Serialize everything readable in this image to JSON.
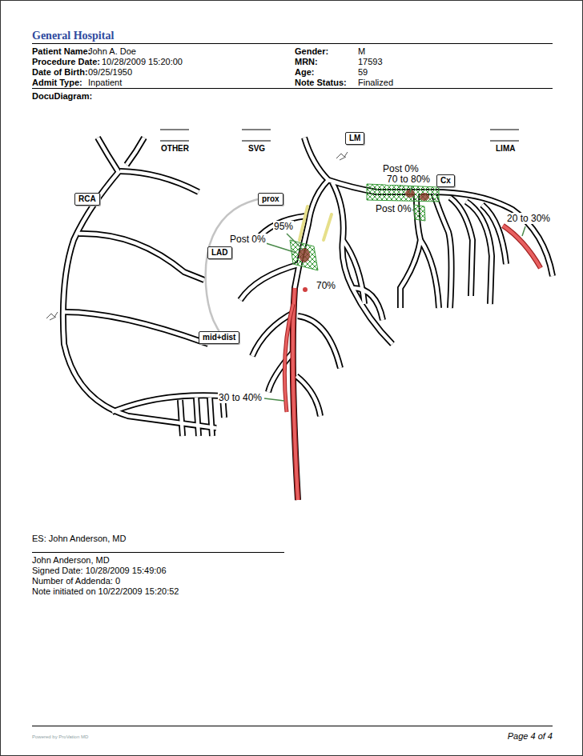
{
  "diagram": {
    "title": "General Hospital",
    "nodes": [
      {
        "text": [
          "LM"
        ]
      },
      {
        "text": [
          "Cx"
        ]
      },
      {
        "text": [
          "RCA"
        ]
      },
      {
        "text": [
          "prox"
        ]
      },
      {
        "text": [
          "LAD"
        ]
      },
      {
        "text": [
          "mid+dist"
        ]
      }
    ],
    "edges": [
      {
        "from": 3,
        "to": 5,
        "arrow": "none"
      }
    ],
    "labels": [
      "Patient Name:",
      "John A. Doe",
      "Procedure Date:",
      "10/28/2009 15:20:00",
      "Date of Birth:",
      "09/25/1950",
      "Admit Type:",
      "Inpatient",
      "Gender:",
      "M",
      "MRN:",
      "17593",
      "Age:",
      "59",
      "Note Status:",
      "Finalized",
      "DocuDiagram:",
      "OTHER",
      "SVG",
      "LIMA",
      "Post 0%",
      "70 to 80%",
      "Post 0%",
      "20 to 30%",
      "95%",
      "Post 0%",
      "70%",
      "30 to 40%",
      "ES: John Anderson, MD",
      "John Anderson, MD",
      "Signed Date: 10/28/2009 15:49:06",
      "Number of Addenda: 0",
      "Note initiated on 10/22/2009 15:20:52",
      "Powered by ProVation MD",
      "Page 4 of 4"
    ]
  }
}
